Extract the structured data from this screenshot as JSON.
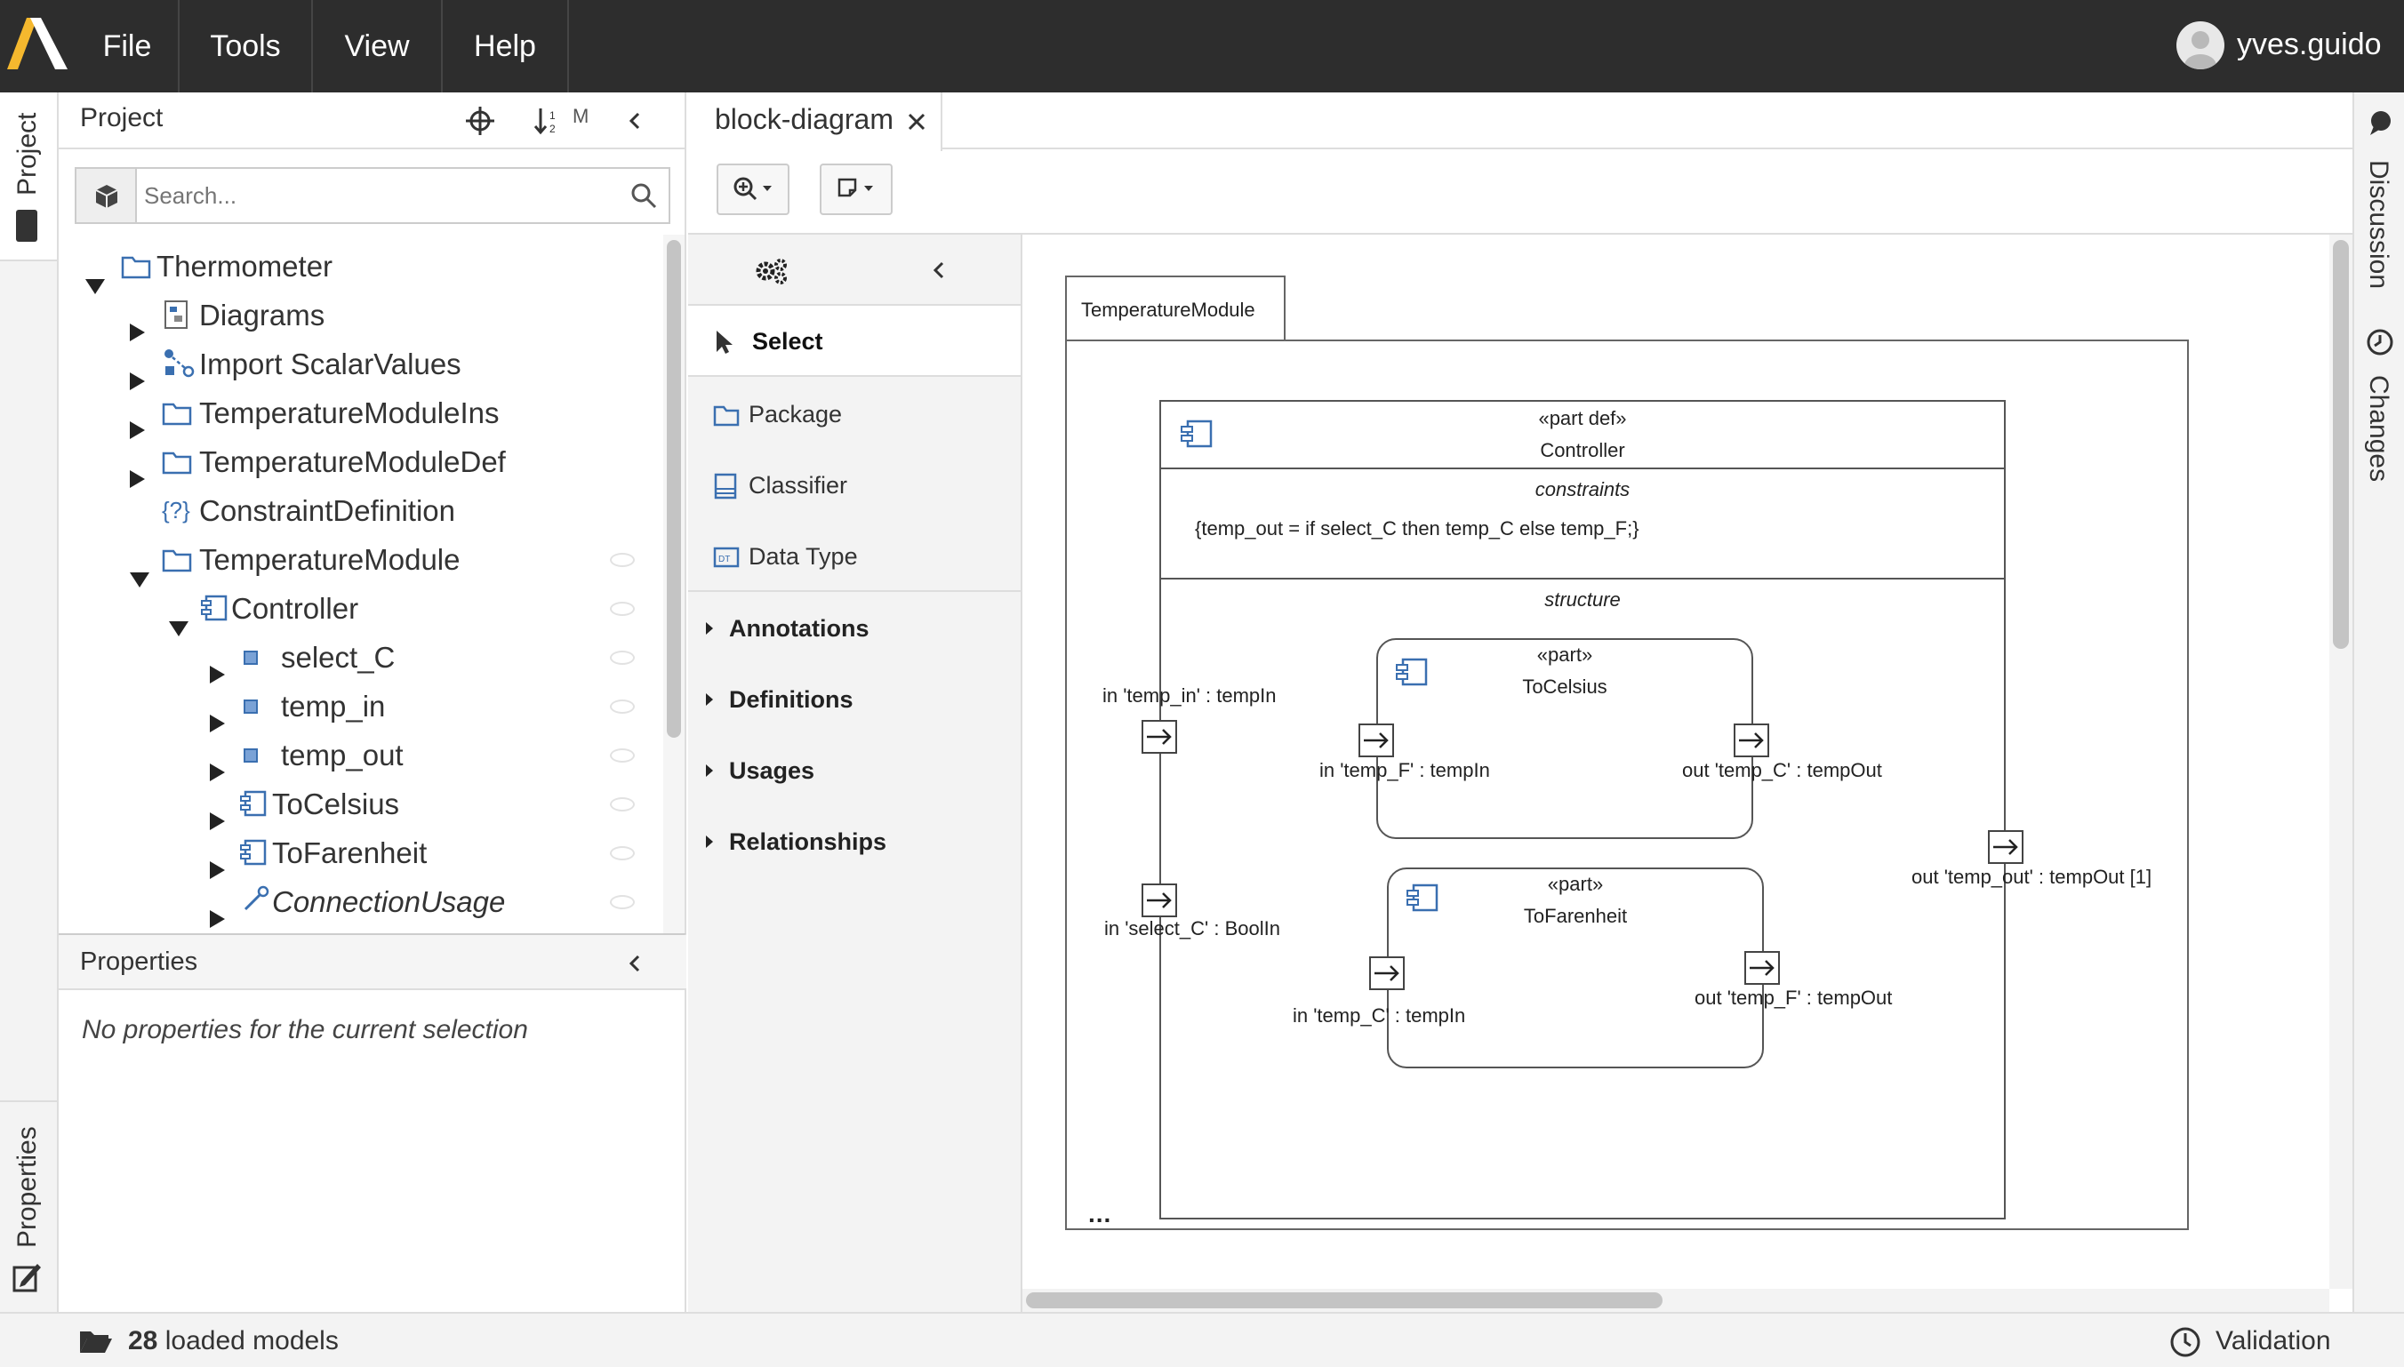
{
  "menu": {
    "file": "File",
    "tools": "Tools",
    "view": "View",
    "help": "Help"
  },
  "user": {
    "name": "yves.guido"
  },
  "left_rail": {
    "project": "Project",
    "properties": "Properties"
  },
  "right_rail": {
    "discussion": "Discussion",
    "changes": "Changes"
  },
  "project": {
    "title": "Project",
    "sort_label": "M",
    "search_placeholder": "Search...",
    "tree": [
      {
        "label": "Thermometer",
        "icon": "folder-icon"
      },
      {
        "label": "Diagrams",
        "icon": "diagram-icon"
      },
      {
        "label": "Import ScalarValues",
        "icon": "import-icon"
      },
      {
        "label": "TemperatureModuleIns",
        "icon": "folder-icon"
      },
      {
        "label": "TemperatureModuleDef",
        "icon": "folder-icon"
      },
      {
        "label": "ConstraintDefinition",
        "icon": "constraint-icon"
      },
      {
        "label": "TemperatureModule",
        "icon": "folder-icon"
      },
      {
        "label": "Controller",
        "icon": "part-icon"
      },
      {
        "label": "select_C",
        "icon": "attribute-icon"
      },
      {
        "label": "temp_in",
        "icon": "attribute-icon"
      },
      {
        "label": "temp_out",
        "icon": "attribute-icon"
      },
      {
        "label": "ToCelsius",
        "icon": "part-icon"
      },
      {
        "label": "ToFarenheit",
        "icon": "part-icon"
      },
      {
        "label": "ConnectionUsage",
        "icon": "connection-icon"
      }
    ]
  },
  "properties": {
    "title": "Properties",
    "empty_message": "No properties for the current selection"
  },
  "editor": {
    "tab_label": "block-diagram"
  },
  "palette": {
    "select": "Select",
    "tools": [
      "Package",
      "Classifier",
      "Data Type"
    ],
    "sections": [
      "Annotations",
      "Definitions",
      "Usages",
      "Relationships"
    ]
  },
  "diagram": {
    "frame_tab": "TemperatureModule",
    "controller_stereotype": "«part def»",
    "controller_name": "Controller",
    "constraints_heading": "constraints",
    "constraint_text": "{temp_out = if select_C then temp_C else temp_F;}",
    "structure_heading": "structure",
    "to_celsius_stereotype": "«part»",
    "to_celsius_name": "ToCelsius",
    "to_farenheit_stereotype": "«part»",
    "to_farenheit_name": "ToFarenheit",
    "port_temp_in": "in 'temp_in' : tempIn",
    "port_select_c": "in 'select_C' : BoolIn",
    "port_temp_f_in": "in 'temp_F' : tempIn",
    "port_temp_c_out": "out 'temp_C' : tempOut",
    "port_temp_c_in": "in 'temp_C' : tempIn",
    "port_temp_f_out": "out 'temp_F' : tempOut",
    "port_temp_out": "out 'temp_out' : tempOut [1]",
    "more": "..."
  },
  "status": {
    "loaded_count": "28",
    "loaded_label": "loaded models",
    "validation": "Validation"
  },
  "colors": {
    "accent_logo": "#f5b82e",
    "topbar": "#2d2d2d",
    "model_icon": "#3a6fb0"
  }
}
